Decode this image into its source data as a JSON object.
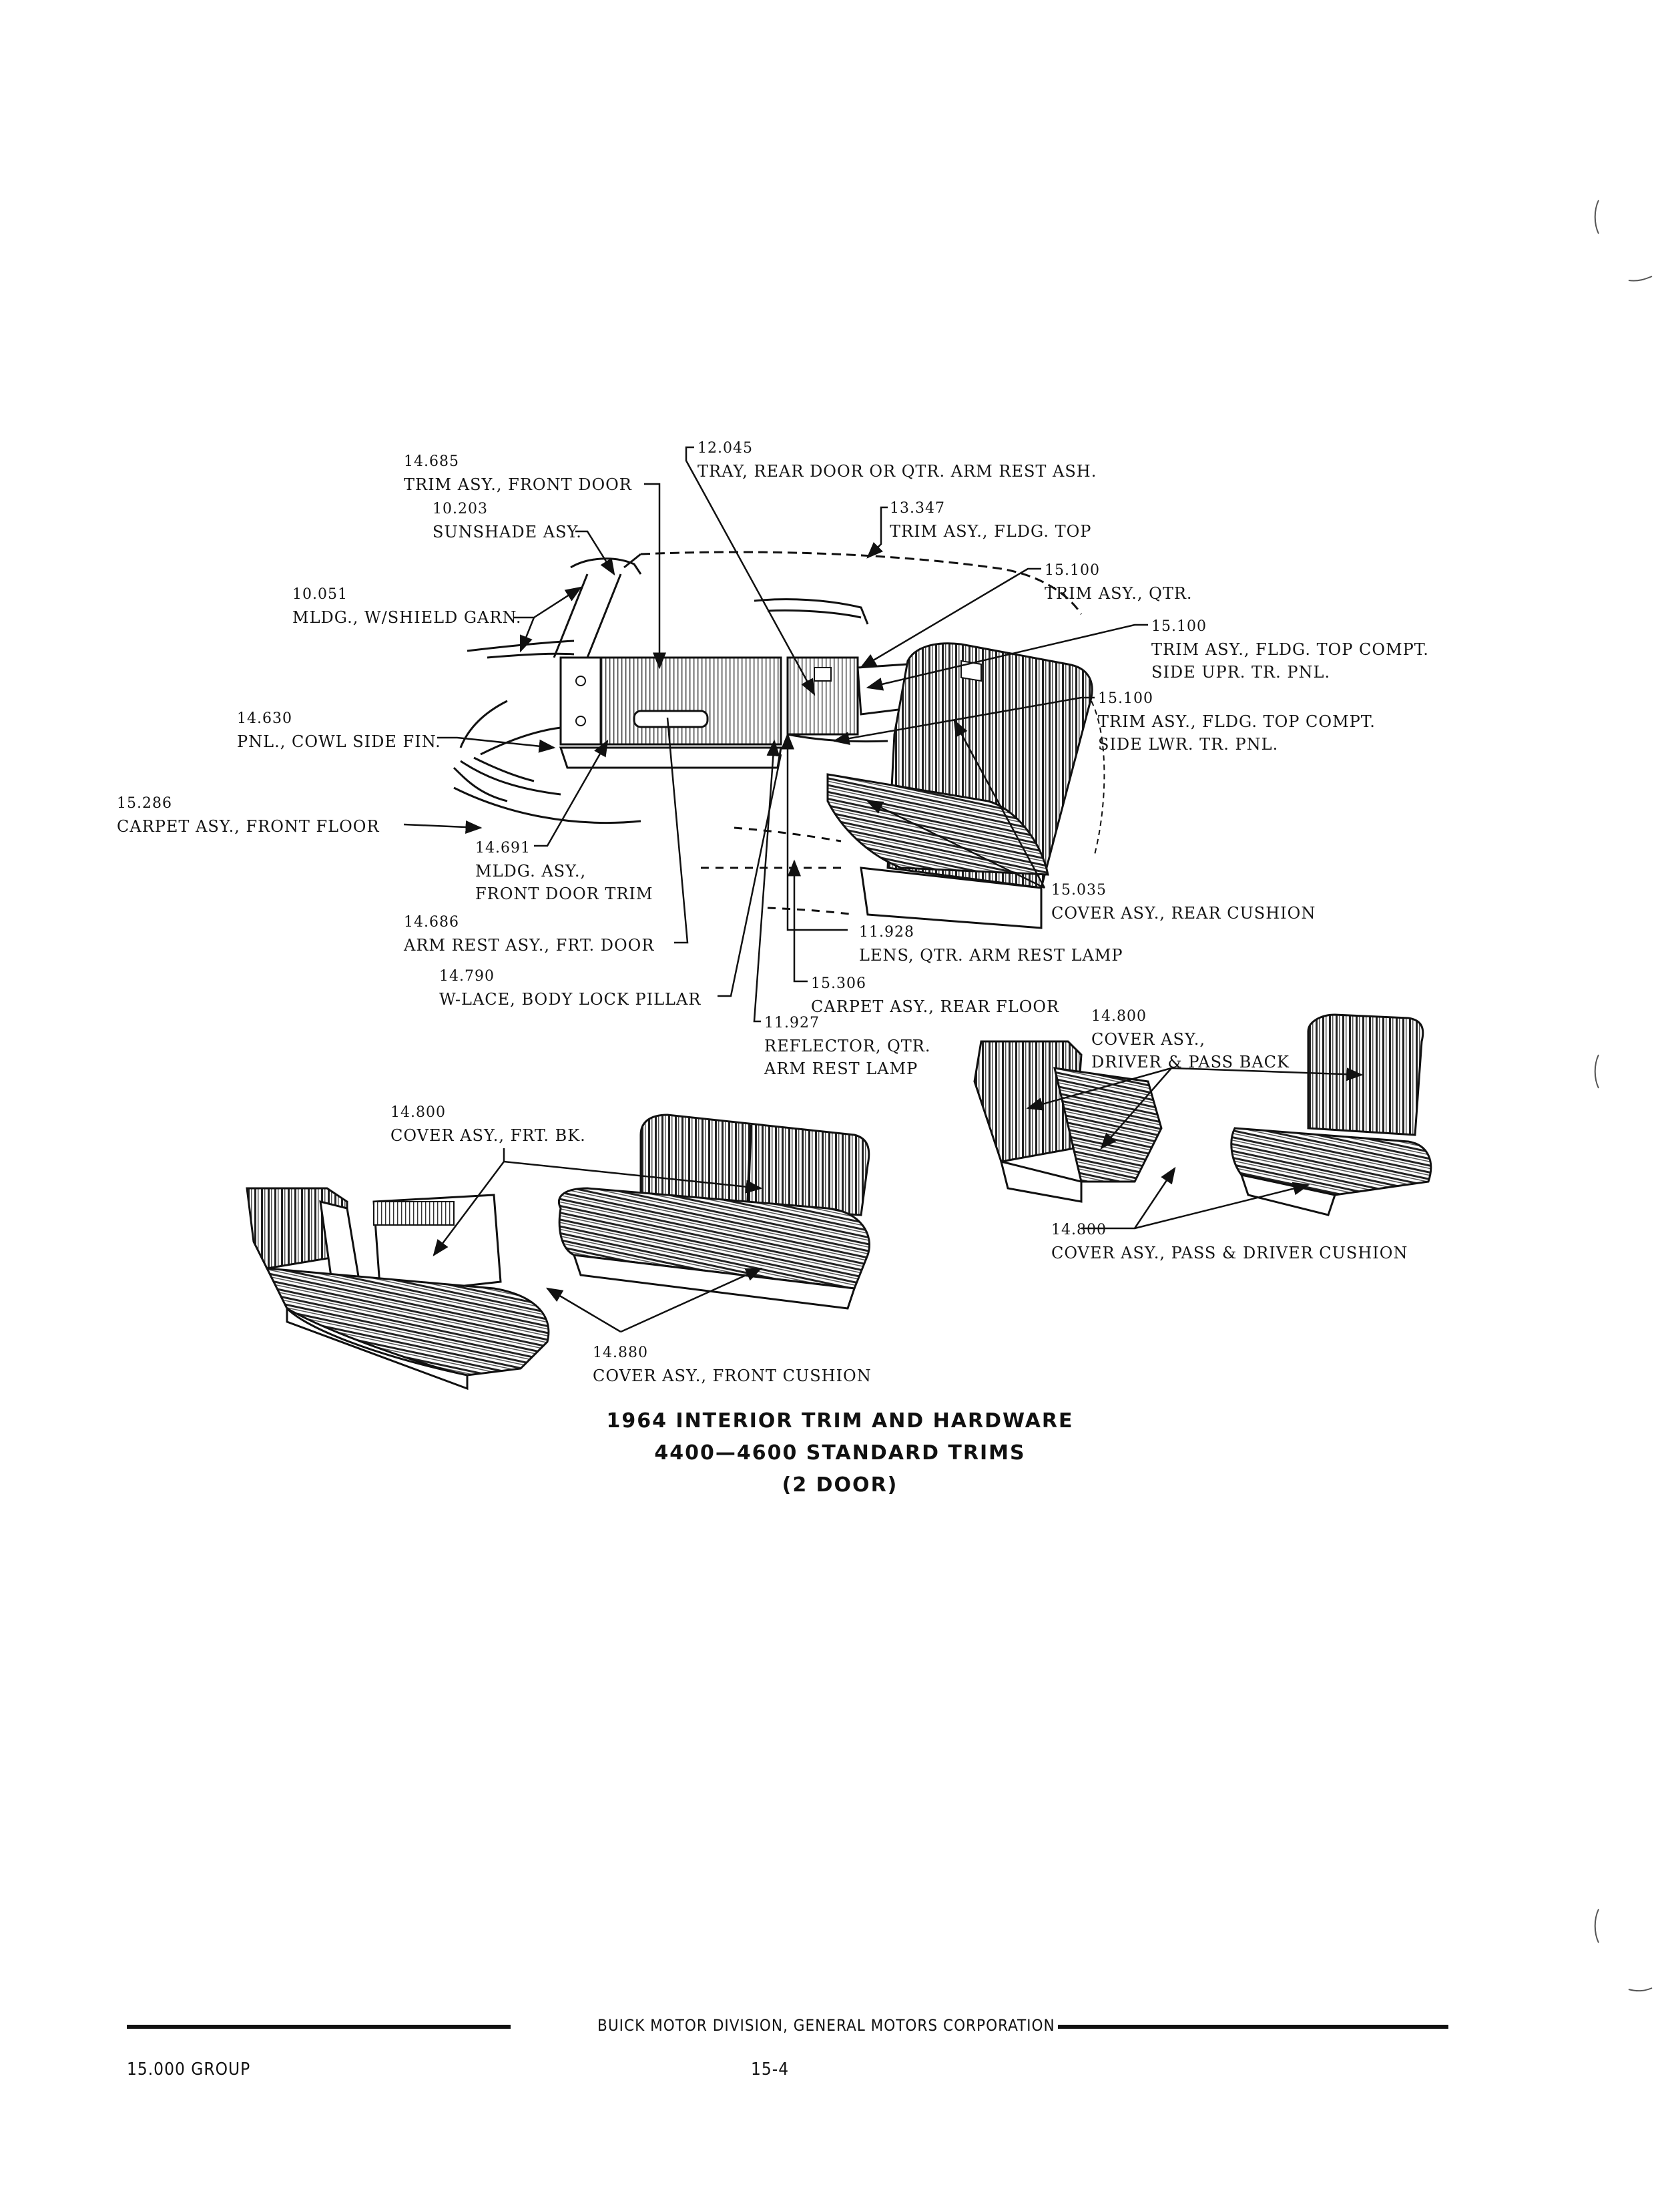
{
  "callouts": [
    {
      "id": "c-14685",
      "number": "14.685",
      "desc": "TRIM ASY., FRONT DOOR"
    },
    {
      "id": "c-12045",
      "number": "12.045",
      "desc": "TRAY, REAR DOOR OR QTR. ARM REST ASH."
    },
    {
      "id": "c-10203",
      "number": "10.203",
      "desc": "SUNSHADE ASY."
    },
    {
      "id": "c-13347",
      "number": "13.347",
      "desc": "TRIM ASY., FLDG. TOP"
    },
    {
      "id": "c-15100a",
      "number": "15.100",
      "desc": "TRIM ASY., QTR."
    },
    {
      "id": "c-10051",
      "number": "10.051",
      "desc": "MLDG., W/SHIELD GARN."
    },
    {
      "id": "c-15100b",
      "number": "15.100",
      "desc": "TRIM ASY., FLDG. TOP COMPT.",
      "desc2": "SIDE UPR. TR. PNL."
    },
    {
      "id": "c-15100c",
      "number": "15.100",
      "desc": "TRIM ASY., FLDG. TOP COMPT.",
      "desc2": "SIDE LWR. TR. PNL."
    },
    {
      "id": "c-14630",
      "number": "14.630",
      "desc": "PNL., COWL SIDE FIN."
    },
    {
      "id": "c-15286",
      "number": "15.286",
      "desc": "CARPET ASY., FRONT FLOOR"
    },
    {
      "id": "c-14691",
      "number": "14.691",
      "desc": "MLDG. ASY.,",
      "desc2": "FRONT DOOR TRIM"
    },
    {
      "id": "c-15035",
      "number": "15.035",
      "desc": "COVER ASY., REAR CUSHION"
    },
    {
      "id": "c-14686",
      "number": "14.686",
      "desc": "ARM REST ASY., FRT. DOOR"
    },
    {
      "id": "c-11928",
      "number": "11.928",
      "desc": "LENS, QTR. ARM REST LAMP"
    },
    {
      "id": "c-14790",
      "number": "14.790",
      "desc": "W-LACE, BODY LOCK PILLAR"
    },
    {
      "id": "c-15306",
      "number": "15.306",
      "desc": "CARPET ASY., REAR FLOOR"
    },
    {
      "id": "c-11927",
      "number": "11.927",
      "desc": "REFLECTOR, QTR.",
      "desc2": "ARM REST LAMP"
    },
    {
      "id": "c-14800a",
      "number": "14.800",
      "desc": "COVER ASY.,",
      "desc2": "DRIVER & PASS BACK"
    },
    {
      "id": "c-14800b",
      "number": "14.800",
      "desc": "COVER ASY., FRT. BK."
    },
    {
      "id": "c-14800c",
      "number": "14.800",
      "desc": "COVER ASY., PASS & DRIVER CUSHION"
    },
    {
      "id": "c-14880",
      "number": "14.880",
      "desc": "COVER ASY., FRONT CUSHION"
    }
  ],
  "title": {
    "line1": "1964 INTERIOR TRIM AND HARDWARE",
    "line2": "4400—4600 STANDARD TRIMS",
    "line3": "(2 DOOR)"
  },
  "footer": {
    "division": "BUICK MOTOR DIVISION, GENERAL MOTORS CORPORATION",
    "group": "15.000 GROUP",
    "page": "15-4"
  }
}
